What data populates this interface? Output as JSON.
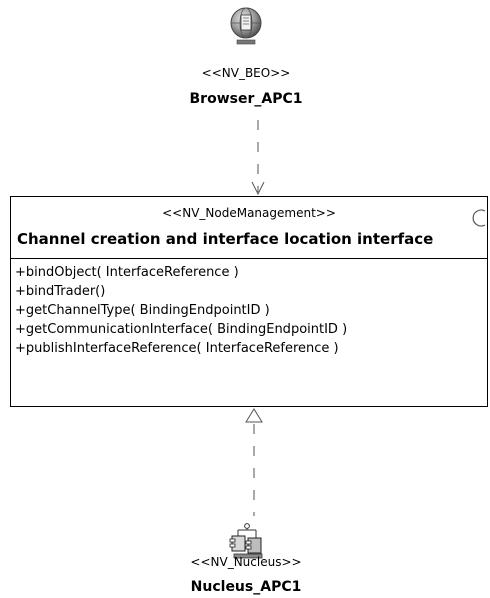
{
  "browser_node": {
    "stereotype": "<<NV_BEO>>",
    "name": "Browser_APC1",
    "icon": "server-globe-icon"
  },
  "class_box": {
    "stereotype": "<<NV_NodeManagement>>",
    "title": "Channel creation and interface location interface",
    "icon": "interface-circle-icon",
    "operations": [
      "+bindObject( InterfaceReference )",
      "+bindTrader()",
      "+getChannelType( BindingEndpointID )",
      "+getCommunicationInterface( BindingEndpointID )",
      "+publishInterfaceReference( InterfaceReference )"
    ]
  },
  "nucleus_node": {
    "stereotype": "<<NV_Nucleus>>",
    "name": "Nucleus_APC1",
    "icon": "nucleus-components-icon"
  },
  "colors": {
    "line": "#000000",
    "dashed_connector": "#555555",
    "background": "#ffffff"
  }
}
